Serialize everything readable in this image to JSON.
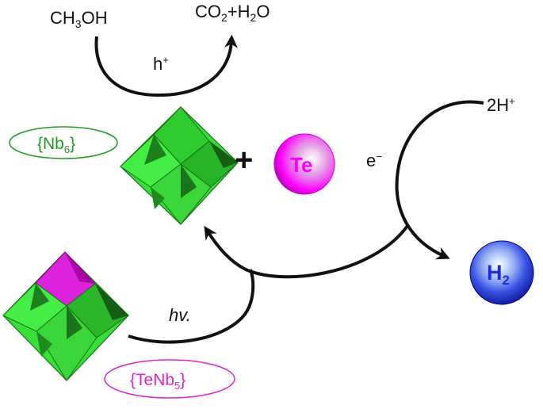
{
  "labels": {
    "methanol": "CH",
    "methanol_sub": "3",
    "methanol_tail": "OH",
    "products_co": "CO",
    "products_co_sub": "2",
    "products_mid": "+H",
    "products_h_sub": "2",
    "products_o": "O",
    "hole": "h",
    "hole_sup": "+",
    "proton": "2H",
    "proton_sup": "+",
    "electron": "e",
    "electron_sup": "−",
    "hv": "hv.",
    "plus": "+",
    "te_atom": "Te",
    "h2_atom": "H",
    "h2_sub": "2",
    "nb6_open": "{Nb",
    "nb6_sub": "6",
    "nb6_close": "}",
    "tenb5_open": "{TeNb",
    "tenb5_sub": "5",
    "tenb5_close": "}"
  },
  "colors": {
    "polyhedron_green": "#33dd33",
    "polyhedron_dark": "#1a7a1a",
    "te_magenta": "#ff00ff",
    "h2_blue": "#1f1fd6",
    "nb6_label": "#229922",
    "tenb5_label": "#dd22cc",
    "arrow": "#111111"
  }
}
